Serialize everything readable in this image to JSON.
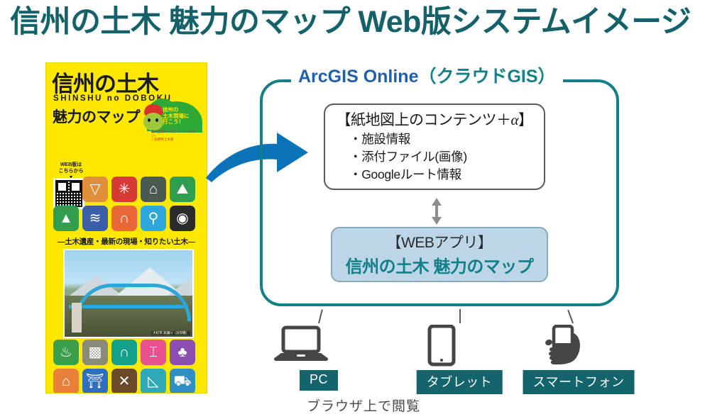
{
  "page": {
    "title": "信州の土木 魅力のマップ Web版システムイメージ"
  },
  "brochure": {
    "title": "信州の土木",
    "romaji": "SHINSHU no DOBOKU",
    "subtitle": "魅力のマップ",
    "mascot_badge_text": "信州の\n土木現場に\n行こう！",
    "mascot_badge_fine": "信州土木キャラクター「ドボクン」\nⓒ長野県土木部",
    "web_note": "WEB版は\nこちらから\n▼",
    "qr_label": "qr-code",
    "tagline": "―土木遺産・最新の現場・知りたい土木―",
    "photo_credit": "大町市 高瀬川（対岸橋）",
    "icons_top": [
      {
        "name": "qr-code-icon",
        "glyph": "",
        "color": "#ffffff"
      },
      {
        "name": "dam-icon",
        "glyph": "▽",
        "color": "#e0903a"
      },
      {
        "name": "gear-sun-icon",
        "glyph": "✳",
        "color": "#d63a34"
      },
      {
        "name": "tunnel-icon",
        "glyph": "⌂",
        "color": "#4a5a52"
      },
      {
        "name": "river-icon",
        "glyph": "⛰",
        "color": "#2f9e4f"
      },
      {
        "name": "railway-icon",
        "glyph": "▲",
        "color": "#2f9e4f"
      },
      {
        "name": "waterfall-icon",
        "glyph": "≋",
        "color": "#3a5fa8"
      },
      {
        "name": "arch-bridge-icon",
        "glyph": "∩",
        "color": "#e8683a"
      },
      {
        "name": "faucet-icon",
        "glyph": "⚲",
        "color": "#2ea7dd"
      },
      {
        "name": "night-view-icon",
        "glyph": "◉",
        "color": "#2b2b2b"
      }
    ],
    "icons_bottom": [
      {
        "name": "spring-icon",
        "glyph": "♨",
        "color": "#3a9e4a"
      },
      {
        "name": "rock-icon",
        "glyph": "▩",
        "color": "#8a8a7a"
      },
      {
        "name": "tunnel-walk-icon",
        "glyph": "∩",
        "color": "#12a08a"
      },
      {
        "name": "castle-icon",
        "glyph": "⌶",
        "color": "#e8508f"
      },
      {
        "name": "forest-icon",
        "glyph": "♣",
        "color": "#8a4fb0"
      },
      {
        "name": "town-icon",
        "glyph": "⌂",
        "color": "#e8803a"
      },
      {
        "name": "shrine-icon",
        "glyph": "⛩",
        "color": "#2f6fc2"
      },
      {
        "name": "timber-icon",
        "glyph": "✕",
        "color": "#6b4a2a"
      },
      {
        "name": "slope-icon",
        "glyph": "◺",
        "color": "#2fa8b8"
      },
      {
        "name": "cart-icon",
        "glyph": "⛟",
        "color": "#2f8fc2"
      }
    ]
  },
  "cloud": {
    "title_main": "ArcGIS Online",
    "title_sub": "（クラウドGIS）",
    "content_box": {
      "heading_prefix": "【紙地図上のコンテンツ＋",
      "heading_alpha": "α",
      "heading_suffix": "】",
      "items": [
        "・施設情報",
        "・添付ファイル(画像)",
        "・Googleルート情報"
      ]
    },
    "webapp_box": {
      "line1": "【WEBアプリ】",
      "line2": "信州の土木 魅力のマップ"
    }
  },
  "devices": [
    {
      "name": "pc",
      "label": "PC"
    },
    {
      "name": "tablet",
      "label": "タブレット"
    },
    {
      "name": "smartphone",
      "label": "スマートフォン"
    }
  ],
  "footer": {
    "note": "ブラウザ上で閲覧"
  },
  "colors": {
    "title": "#14616a",
    "teal": "#137f88",
    "arcgis_blue": "#1f5fad",
    "arrow_blue": "#0b74b8",
    "brochure_yellow": "#ffe800",
    "webapp_bg": "#bcd6e8",
    "device_label_bg": "#13656b"
  }
}
